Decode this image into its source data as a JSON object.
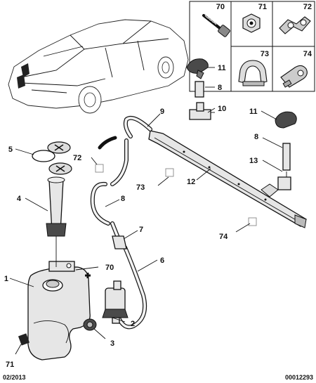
{
  "callouts": {
    "p1": "1",
    "p2": "2",
    "p3": "3",
    "p4": "4",
    "p5": "5",
    "p6": "6",
    "p7": "7",
    "p8a": "8",
    "p8b": "8",
    "p8c": "8",
    "p9": "9",
    "p10": "10",
    "p11a": "11",
    "p11b": "11",
    "p12": "12",
    "p13": "13",
    "p70": "70",
    "p70b": "70",
    "p71": "71",
    "p71b": "71",
    "p72": "72",
    "p72b": "72",
    "p73": "73",
    "p73b": "73",
    "p74": "74",
    "p74b": "74"
  },
  "footer": {
    "date": "02/2013",
    "ref": "00012293"
  }
}
